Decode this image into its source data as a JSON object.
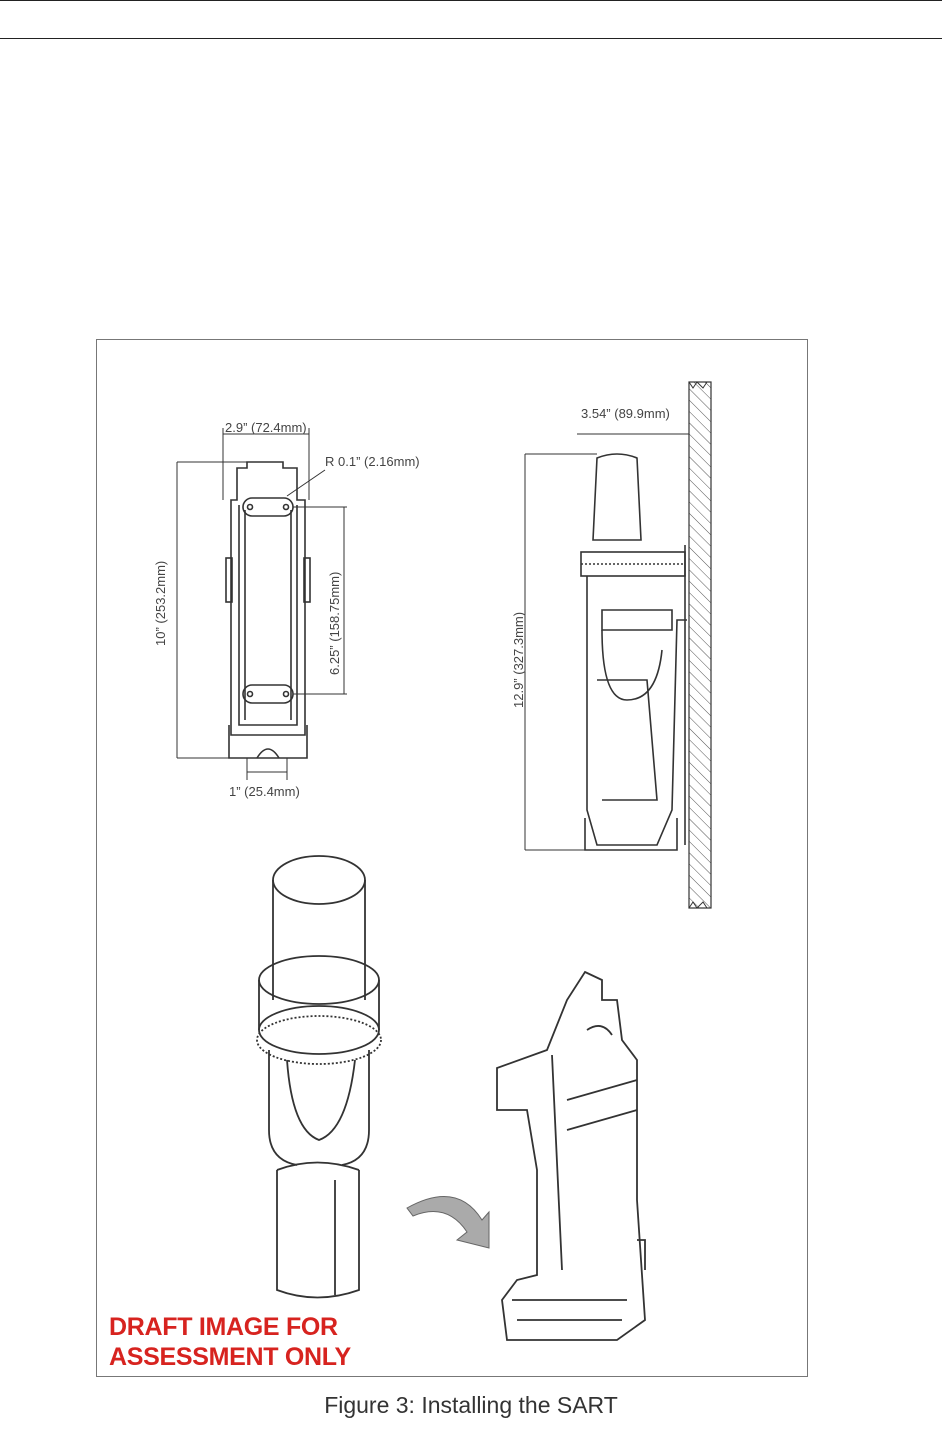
{
  "figure": {
    "dimensions": {
      "top_width": "2.9” (72.4mm)",
      "radius": "R 0.1” (2.16mm)",
      "overall_height": "10” (253.2mm)",
      "hole_spacing": "6.25” (158.75mm)",
      "bottom_width": "1” (25.4mm)",
      "wall_offset": "3.54” (89.9mm)",
      "mounted_height": "12.9” (327.3mm)"
    },
    "draft_notice": {
      "line1": "DRAFT IMAGE FOR",
      "line2": "ASSESSMENT ONLY",
      "color": "#d7231f"
    },
    "caption": "Figure 3: Installing the SART"
  }
}
